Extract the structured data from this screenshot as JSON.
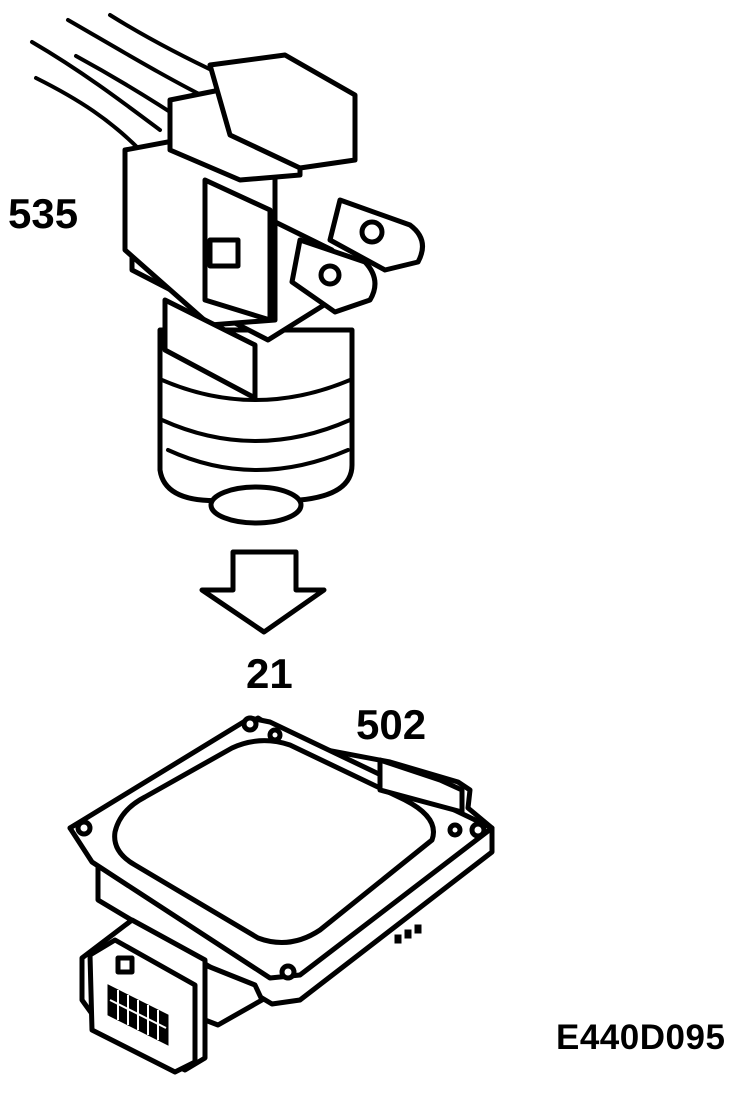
{
  "labels": {
    "component_535": "535",
    "arrow_21": "21",
    "component_502": "502",
    "figure_code": "E440D095"
  },
  "colors": {
    "line": "#000000",
    "background": "#ffffff"
  }
}
